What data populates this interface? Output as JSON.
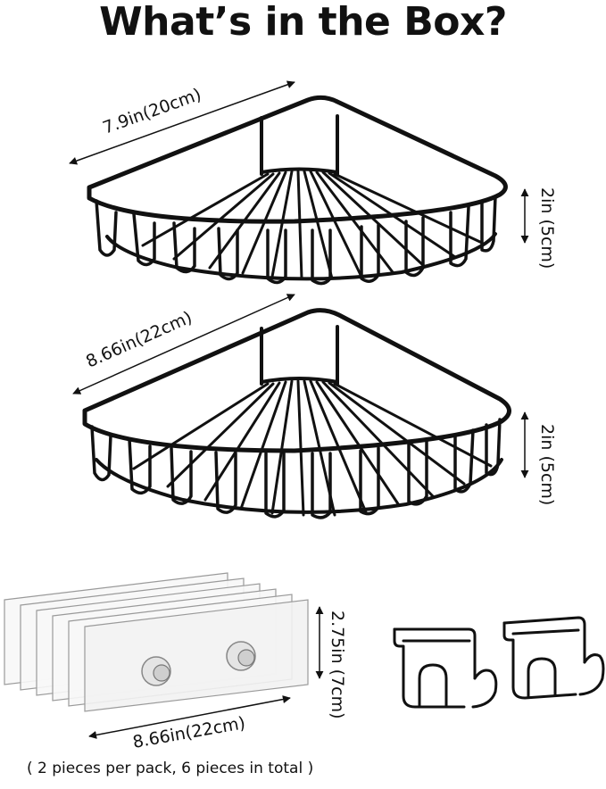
{
  "title": "What’s in the Box?",
  "baskets": [
    {
      "width_label": "7.9in(20cm)",
      "height_label": "2in (5cm)"
    },
    {
      "width_label": "8.66in(22cm)",
      "height_label": "2in (5cm)"
    }
  ],
  "adhesive_pads": {
    "width_label": "8.66in(22cm)",
    "height_label": "2.75in (7cm)",
    "count": 6
  },
  "hooks": {
    "count": 2
  },
  "caption": "( 2 pieces per pack, 6 pieces in total )",
  "colors": {
    "wire": "#111111",
    "background": "#ffffff",
    "pad": "#e6e6e6"
  },
  "icons": [
    "corner-basket-icon",
    "adhesive-pad-icon",
    "hanging-hook-icon",
    "dimension-arrow-icon"
  ]
}
